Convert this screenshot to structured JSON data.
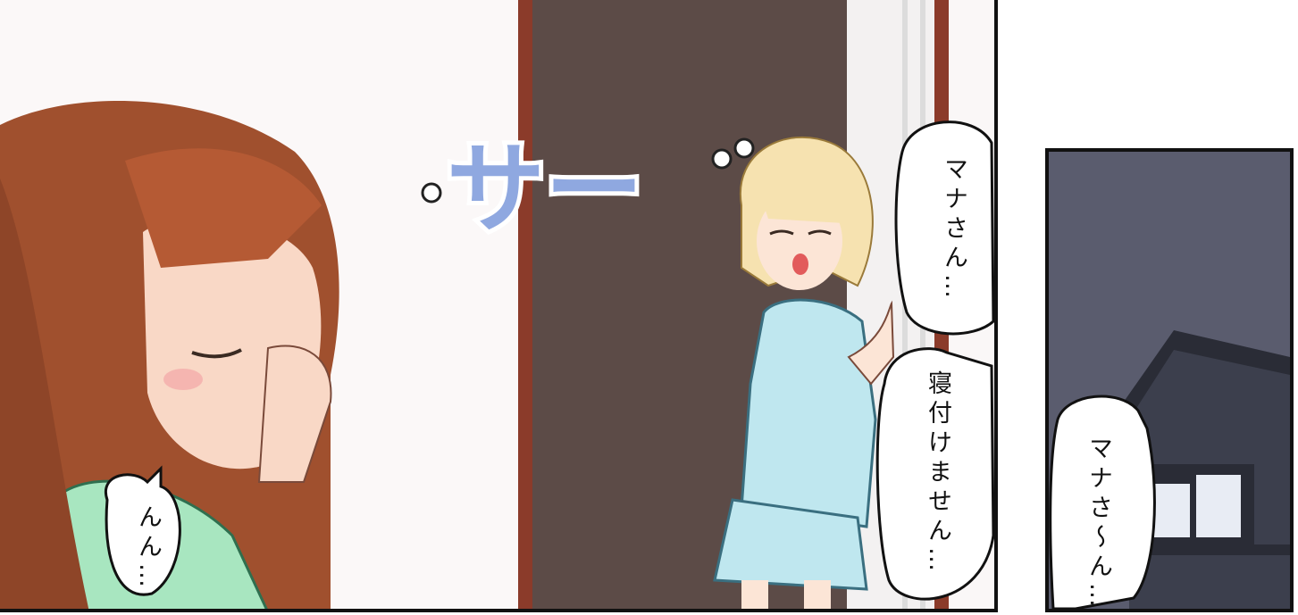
{
  "left_panel": {
    "sfx": "サー",
    "bubble_left": "んん…",
    "bubble_top_right": "マナさん…",
    "bubble_mid_right": "寝付けません…"
  },
  "right_panel": {
    "bubble": "マナさ〜ん…"
  },
  "colors": {
    "door": "#5c4b47",
    "door_frame": "#8b3b2a",
    "night_sky": "#5a5c6e",
    "house": "#3c3f4d",
    "window_light": "#e8ecf4",
    "pajama": "#bfe7ef",
    "hair_brown": "#a0502e",
    "hair_blonde": "#f6e2b0",
    "shirt_green": "#a8e6c0"
  }
}
